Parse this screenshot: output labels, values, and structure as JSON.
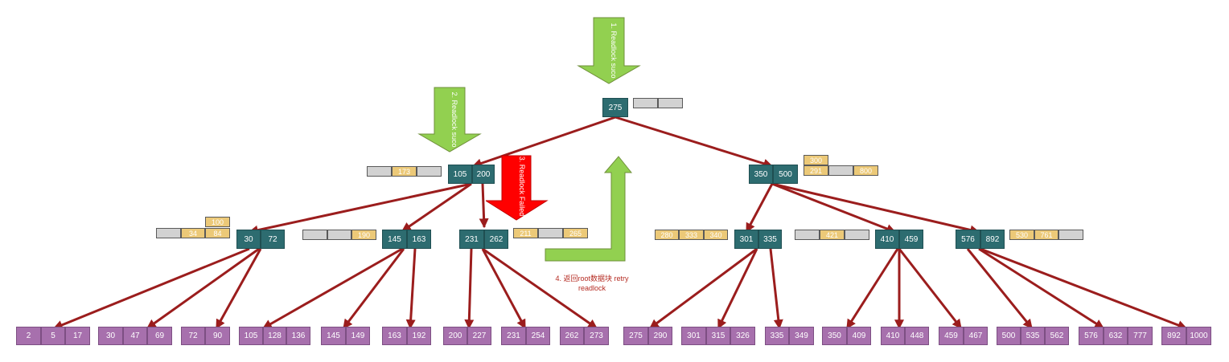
{
  "root": {
    "keys": [
      "275"
    ]
  },
  "level1": [
    {
      "id": "L",
      "keys": [
        "105",
        "200"
      ]
    },
    {
      "id": "R",
      "keys": [
        "350",
        "500"
      ]
    }
  ],
  "level2": [
    {
      "keys": [
        "30",
        "72"
      ]
    },
    {
      "keys": [
        "145",
        "163"
      ]
    },
    {
      "keys": [
        "231",
        "262"
      ]
    },
    {
      "keys": [
        "301",
        "335"
      ]
    },
    {
      "keys": [
        "410",
        "459"
      ]
    },
    {
      "keys": [
        "576",
        "892"
      ]
    }
  ],
  "leaves": [
    [
      "2",
      "5",
      "17"
    ],
    [
      "30",
      "47",
      "69"
    ],
    [
      "72",
      "90"
    ],
    [
      "105",
      "128",
      "136"
    ],
    [
      "145",
      "149"
    ],
    [
      "163",
      "192"
    ],
    [
      "200",
      "227"
    ],
    [
      "231",
      "254"
    ],
    [
      "262",
      "273"
    ],
    [
      "275",
      "290"
    ],
    [
      "301",
      "315",
      "326"
    ],
    [
      "335",
      "349"
    ],
    [
      "350",
      "409"
    ],
    [
      "410",
      "448"
    ],
    [
      "459",
      "467"
    ],
    [
      "500",
      "535",
      "562"
    ],
    [
      "576",
      "632",
      "777"
    ],
    [
      "892",
      "1000"
    ]
  ],
  "buffers": {
    "root": [
      "",
      ""
    ],
    "node_105_200": [
      "",
      "173",
      ""
    ],
    "node_350_500_top": [
      "300"
    ],
    "node_350_500_row": [
      "291",
      "",
      "800"
    ],
    "node_30_72_top": [
      "100"
    ],
    "node_30_72_row": [
      "",
      "34",
      "84"
    ],
    "node_145_163": [
      "",
      "",
      "190"
    ],
    "node_231_262": [
      "211",
      "",
      "265"
    ],
    "node_301_335": [
      "280",
      "333",
      "340"
    ],
    "node_410_459": [
      "",
      "421",
      ""
    ],
    "node_576_892": [
      "530",
      "761",
      ""
    ]
  },
  "arrows": {
    "step1": "1. Readlock suco",
    "step2": "2. Readlock suco",
    "step3": "3. Readlock Failed"
  },
  "step4": {
    "line1": "4. 返回root数据块 retry",
    "line2": "readlock"
  },
  "colors": {
    "inner_node": "#2d6c70",
    "leaf_node": "#a770ad",
    "edge": "#9b1d1d",
    "buffer_filled": "#ecc978",
    "buffer_empty": "#d2d2d2",
    "arrow_success": "#92d050",
    "arrow_fail": "#ff0000"
  }
}
